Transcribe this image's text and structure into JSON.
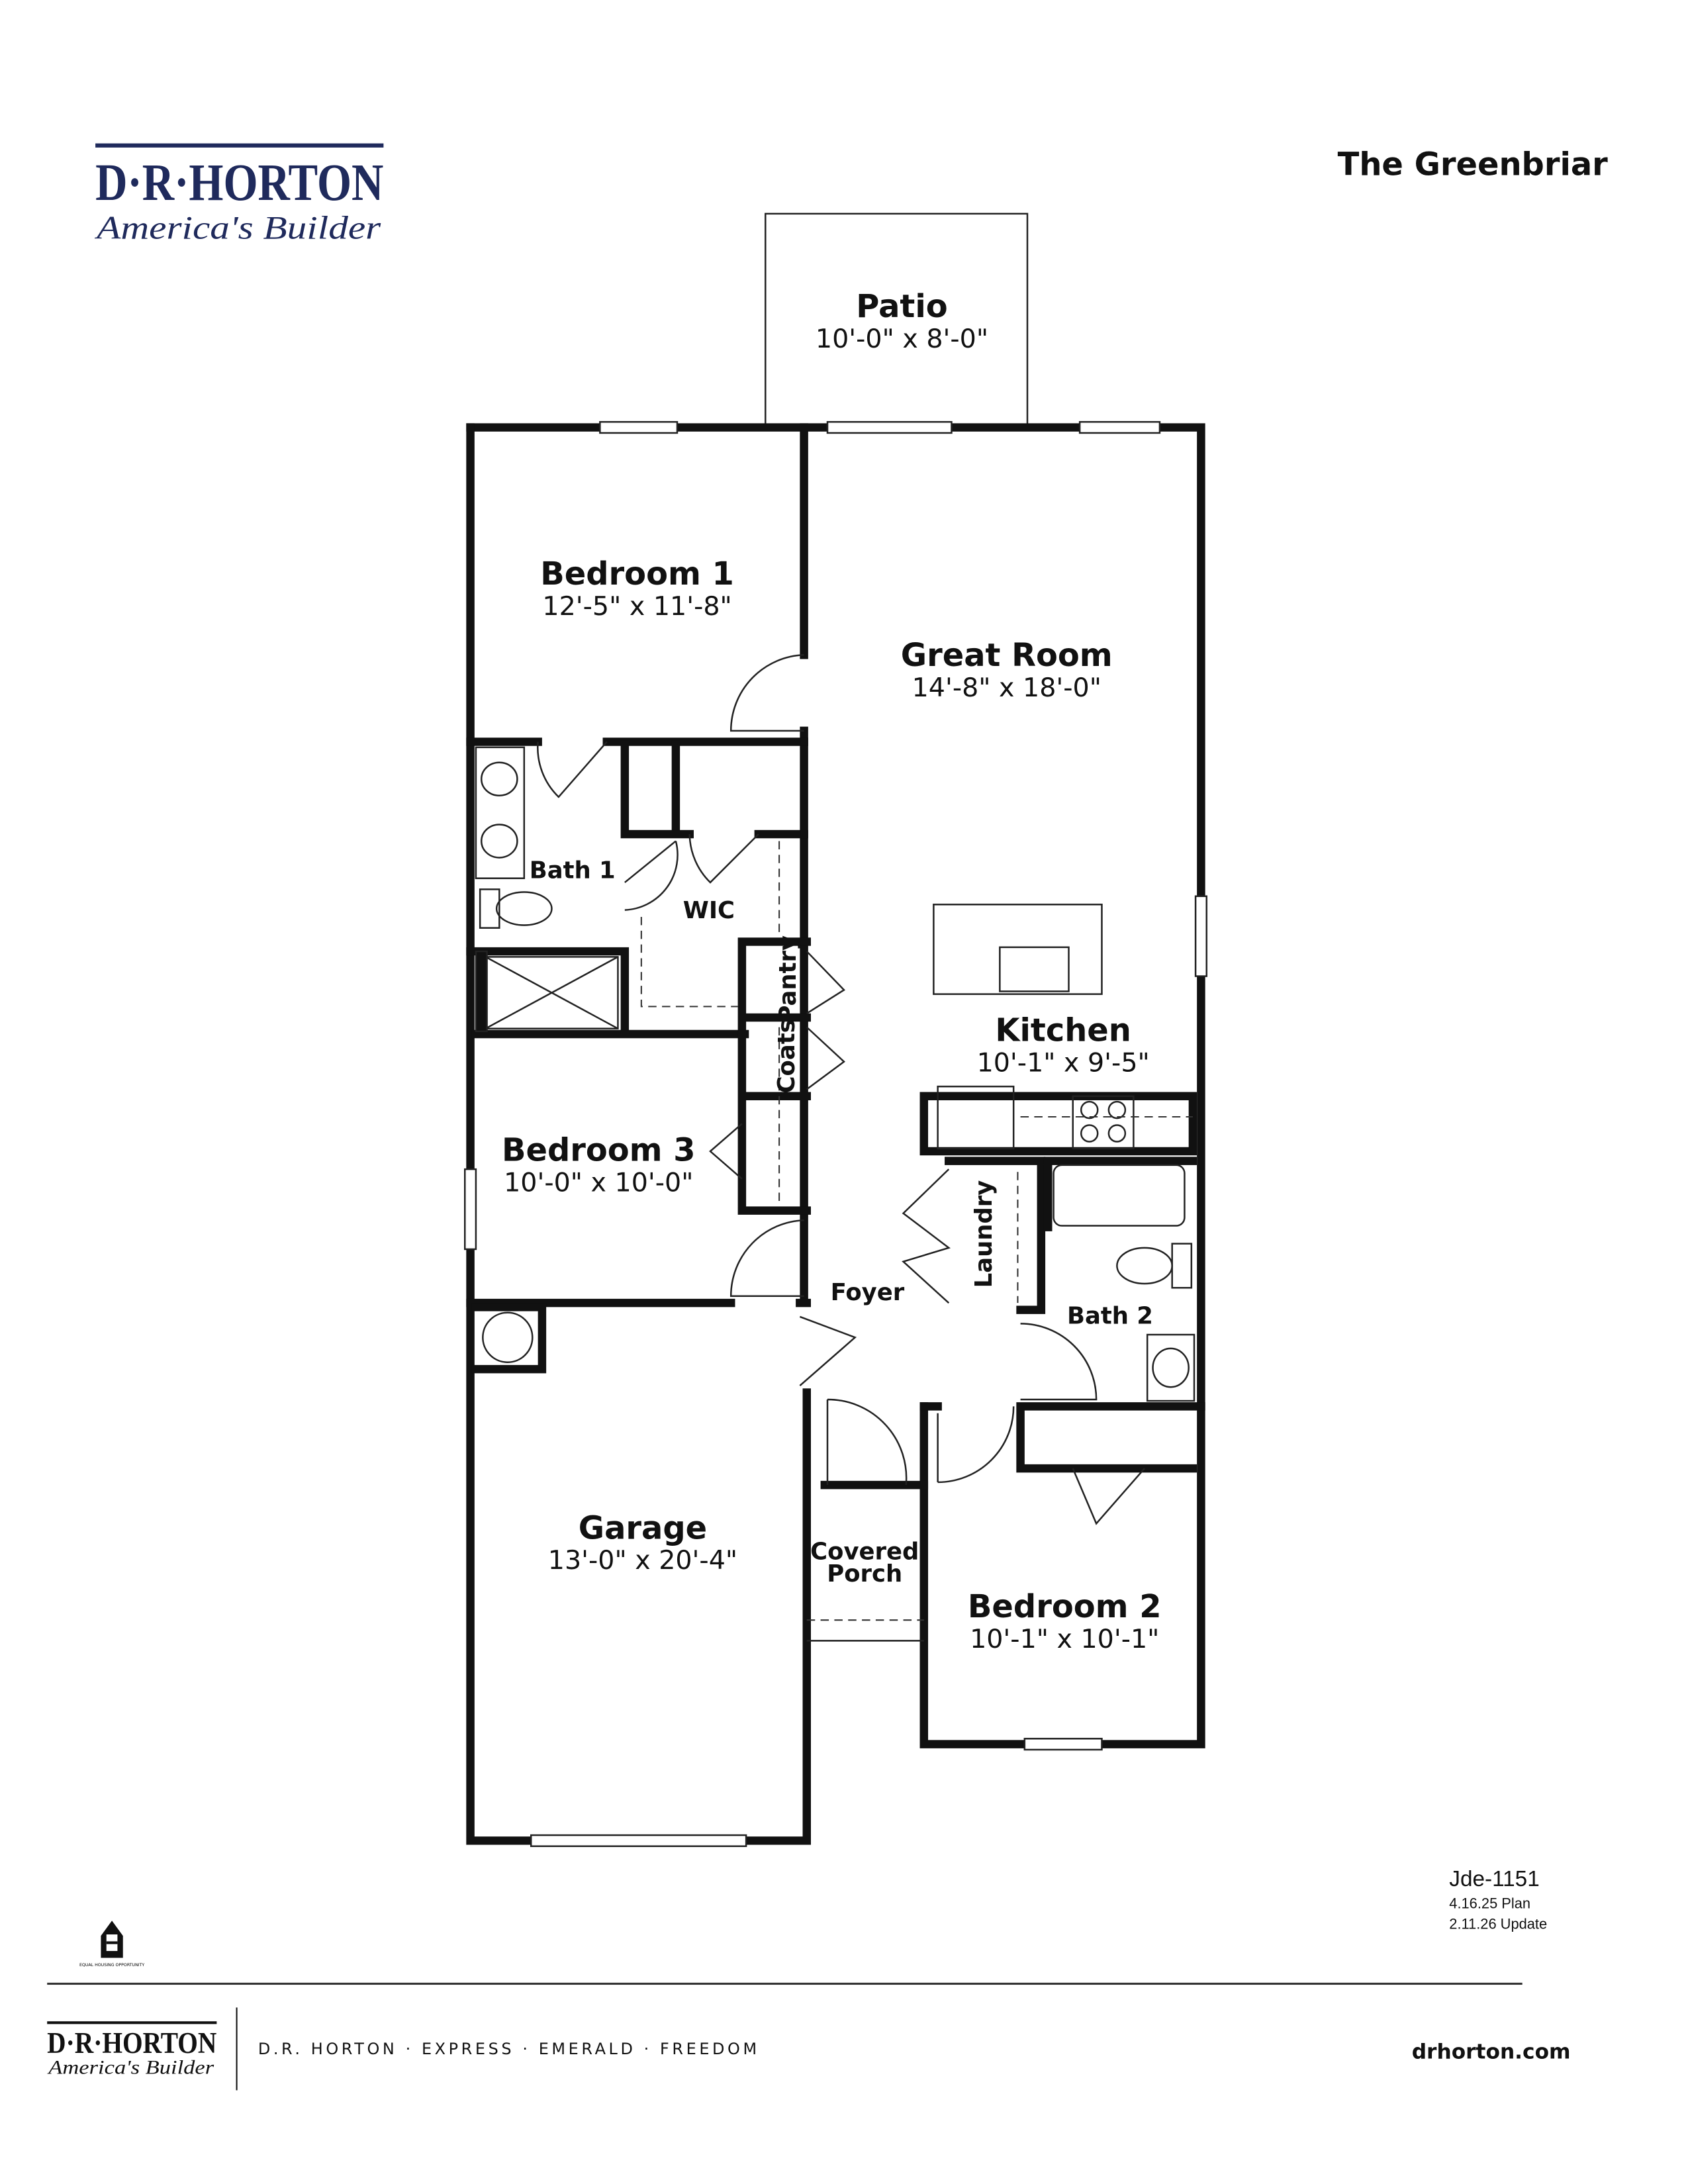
{
  "header": {
    "brand": "D·R·HORTON",
    "tagline": "America's Builder",
    "plan_name": "The Greenbriar"
  },
  "rooms": {
    "patio": {
      "name": "Patio",
      "dims": "10'-0\" x 8'-0\""
    },
    "bedroom1": {
      "name": "Bedroom 1",
      "dims": "12'-5\" x 11'-8\""
    },
    "great_room": {
      "name": "Great Room",
      "dims": "14'-8\" x 18'-0\""
    },
    "bath1": {
      "name": "Bath 1"
    },
    "wic": {
      "name": "WIC"
    },
    "pantry": {
      "name": "Pantry"
    },
    "coats": {
      "name": "Coats"
    },
    "kitchen": {
      "name": "Kitchen",
      "dims": "10'-1\" x 9'-5\""
    },
    "bedroom3": {
      "name": "Bedroom 3",
      "dims": "10'-0\" x 10'-0\""
    },
    "laundry": {
      "name": "Laundry"
    },
    "foyer": {
      "name": "Foyer"
    },
    "bath2": {
      "name": "Bath 2"
    },
    "garage": {
      "name": "Garage",
      "dims": "13'-0\" x 20'-4\""
    },
    "covered_porch": {
      "name_line1": "Covered",
      "name_line2": "Porch"
    },
    "bedroom2": {
      "name": "Bedroom 2",
      "dims": "10'-1\" x 10'-1\""
    }
  },
  "plan_info": {
    "code": "Jde-1151",
    "plan_date": "4.16.25 Plan",
    "update_date": "2.11.26 Update"
  },
  "footer": {
    "equal_housing": "EQUAL HOUSING OPPORTUNITY",
    "brand": "D·R·HORTON",
    "tagline": "America's Builder",
    "brands_line": "D.R. HORTON · EXPRESS · EMERALD · FREEDOM",
    "website": "drhorton.com"
  },
  "colors": {
    "brand_navy": "#1f2a5c",
    "wall": "#111111"
  }
}
